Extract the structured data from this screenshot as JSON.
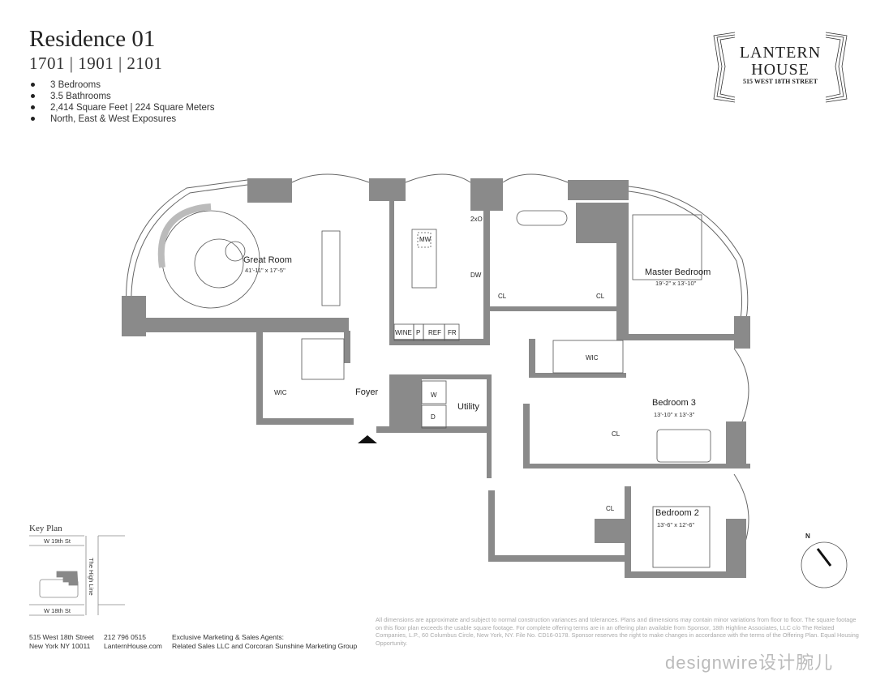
{
  "header": {
    "title": "Residence 01",
    "units": "1701 | 1901 | 2101",
    "facts": [
      "3 Bedrooms",
      "3.5 Bathrooms",
      "2,414 Square Feet | 224 Square Meters",
      "North, East & West Exposures"
    ]
  },
  "logo": {
    "line1": "LANTERN",
    "line2": "HOUSE",
    "address": "515 WEST 18TH STREET"
  },
  "plan": {
    "rooms": {
      "great_room": {
        "name": "Great Room",
        "dim": "41'-11\" x 17'-5\""
      },
      "master_bedroom": {
        "name": "Master Bedroom",
        "dim": "19'-2\" x 13'-10\""
      },
      "bedroom3": {
        "name": "Bedroom 3",
        "dim": "13'-10\" x 13'-3\""
      },
      "bedroom2": {
        "name": "Bedroom 2",
        "dim": "13'-6\" x 12'-6\""
      },
      "foyer": "Foyer",
      "utility": "Utility"
    },
    "labels": {
      "wic": "WIC",
      "cl": "CL",
      "mw": "MW",
      "twoxo": "2xO",
      "dw": "DW",
      "wine": "WINE",
      "p": "P",
      "ref": "REF",
      "fr": "FR",
      "w": "W",
      "d": "D"
    },
    "compass": "N",
    "wall_color": "#8a8a8a"
  },
  "key_plan": {
    "title": "Key Plan",
    "street_top": "W 19th St",
    "street_bottom": "W 18th St",
    "high_line": "The High Line"
  },
  "footer": {
    "address1": "515 West 18th Street",
    "address2": "New York NY 10011",
    "phone": "212 796 0515",
    "web": "LanternHouse.com",
    "agents_label": "Exclusive Marketing & Sales Agents:",
    "agents": "Related Sales LLC and Corcoran Sunshine Marketing Group",
    "disclaimer": "All dimensions are approximate and subject to normal construction variances and tolerances. Plans and dimensions may contain minor variations from floor to floor. The square footage on this floor plan exceeds the usable square footage. For complete offering terms are in an offering plan available from Sponsor, 18th Highline Associates, LLC c/o The Related Companies, L.P., 60 Columbus Circle, New York, NY. File No. CD16-0178. Sponsor reserves the right to make changes in accordance with the terms of the Offering Plan. Equal Housing Opportunity."
  },
  "watermark": "designwire设计腕儿"
}
